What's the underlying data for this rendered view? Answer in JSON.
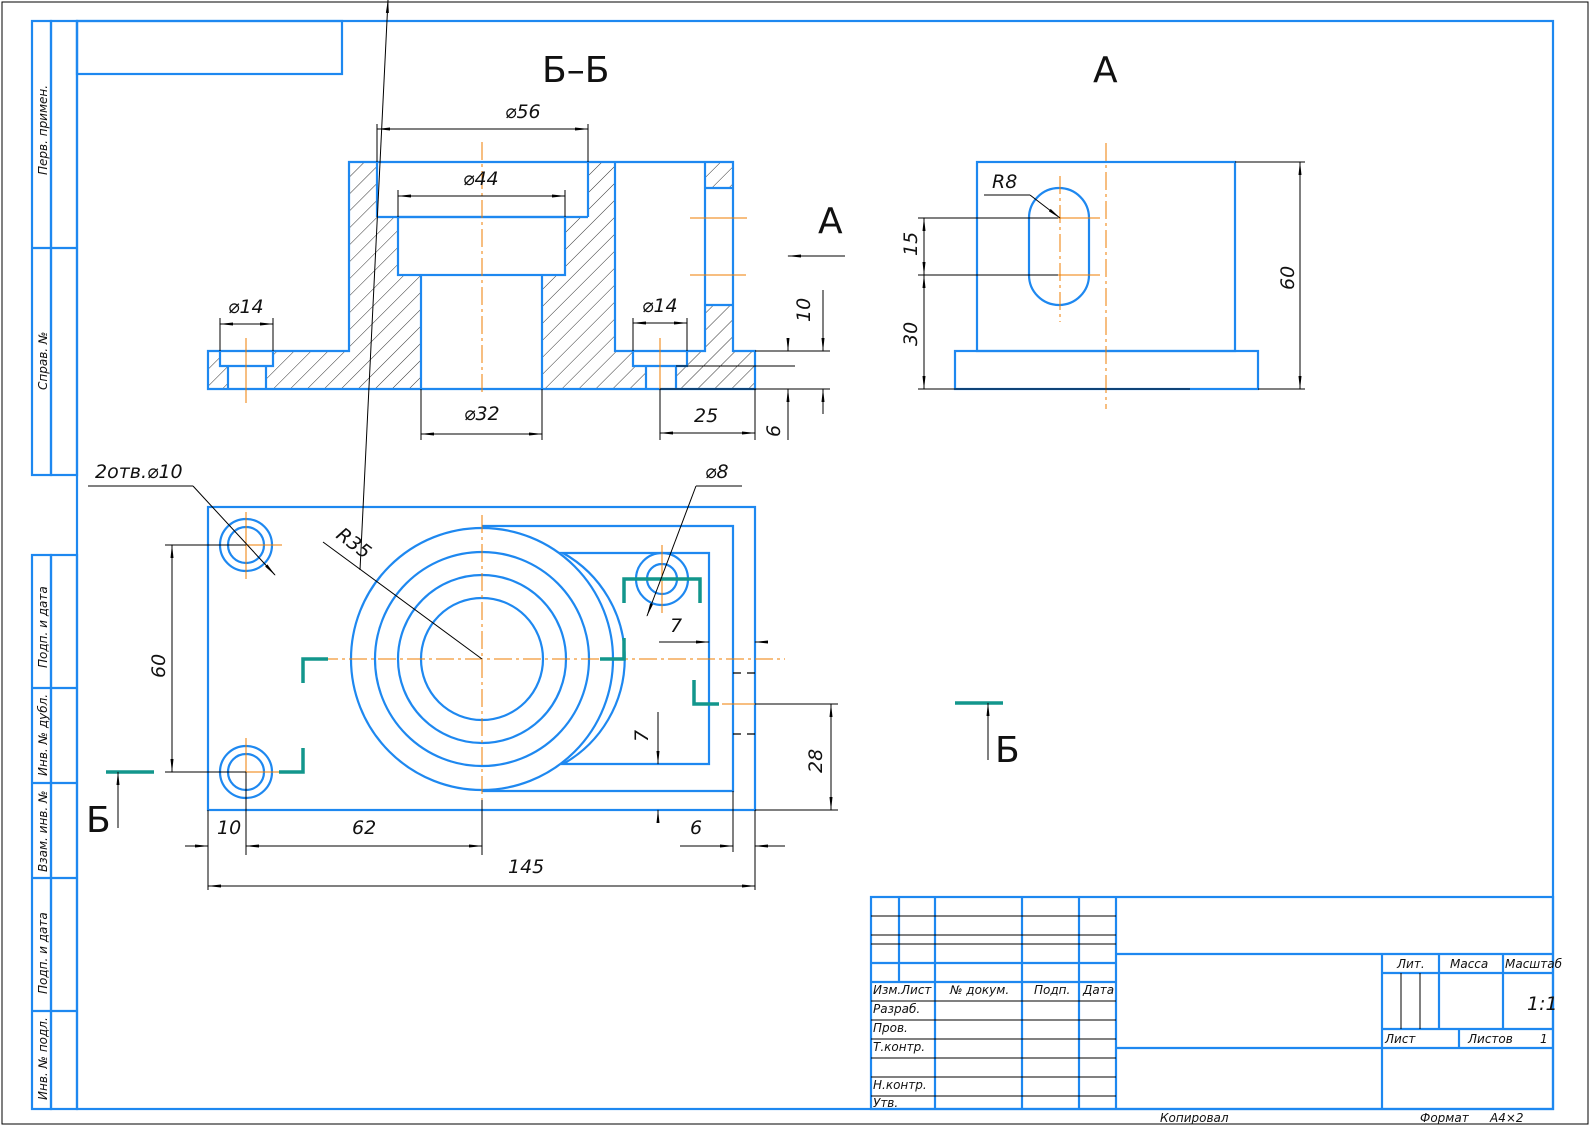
{
  "sheet": {
    "format_label": "Формат",
    "format_value": "A4×2",
    "copied_label": "Копировал"
  },
  "side_strip": {
    "top": [
      "Перв. примен.",
      "Справ. №"
    ],
    "bottom": [
      "Подп. и дата",
      "Инв. № дубл.",
      "Взам. инв. №",
      "Подп. и дата",
      "Инв. № подл."
    ]
  },
  "title_block": {
    "headers": [
      "Изм.",
      "Лист",
      "№ докум.",
      "Подп.",
      "Дата"
    ],
    "rows": [
      "Разраб.",
      "Пров.",
      "Т.контр.",
      "",
      "Н.контр.",
      "Утв."
    ],
    "lit_label": "Лит.",
    "mass_label": "Масса",
    "scale_label": "Масштаб",
    "scale_value": "1:1",
    "sheet_label": "Лист",
    "sheets_label": "Листов",
    "sheets_value": "1"
  },
  "views": {
    "section": {
      "title": "Б–Б",
      "dims": {
        "d56": "⌀56",
        "d44": "⌀44",
        "d32": "⌀32",
        "d14_left": "⌀14",
        "d14_right": "⌀14",
        "h10": "10",
        "h6": "6",
        "w25": "25"
      }
    },
    "view_a": {
      "title": "A",
      "arrow_label": "A",
      "dims": {
        "r8": "R8",
        "h15": "15",
        "h30": "30",
        "h60": "60"
      }
    },
    "plan": {
      "dims": {
        "holes": "2отв.⌀10",
        "d8": "⌀8",
        "r35": "R35",
        "h60": "60",
        "w10": "10",
        "w62": "62",
        "w145": "145",
        "w6": "6",
        "h7a": "7",
        "h7b": "7",
        "h28": "28"
      },
      "cut_label_left": "Б",
      "cut_label_right": "Б"
    }
  }
}
